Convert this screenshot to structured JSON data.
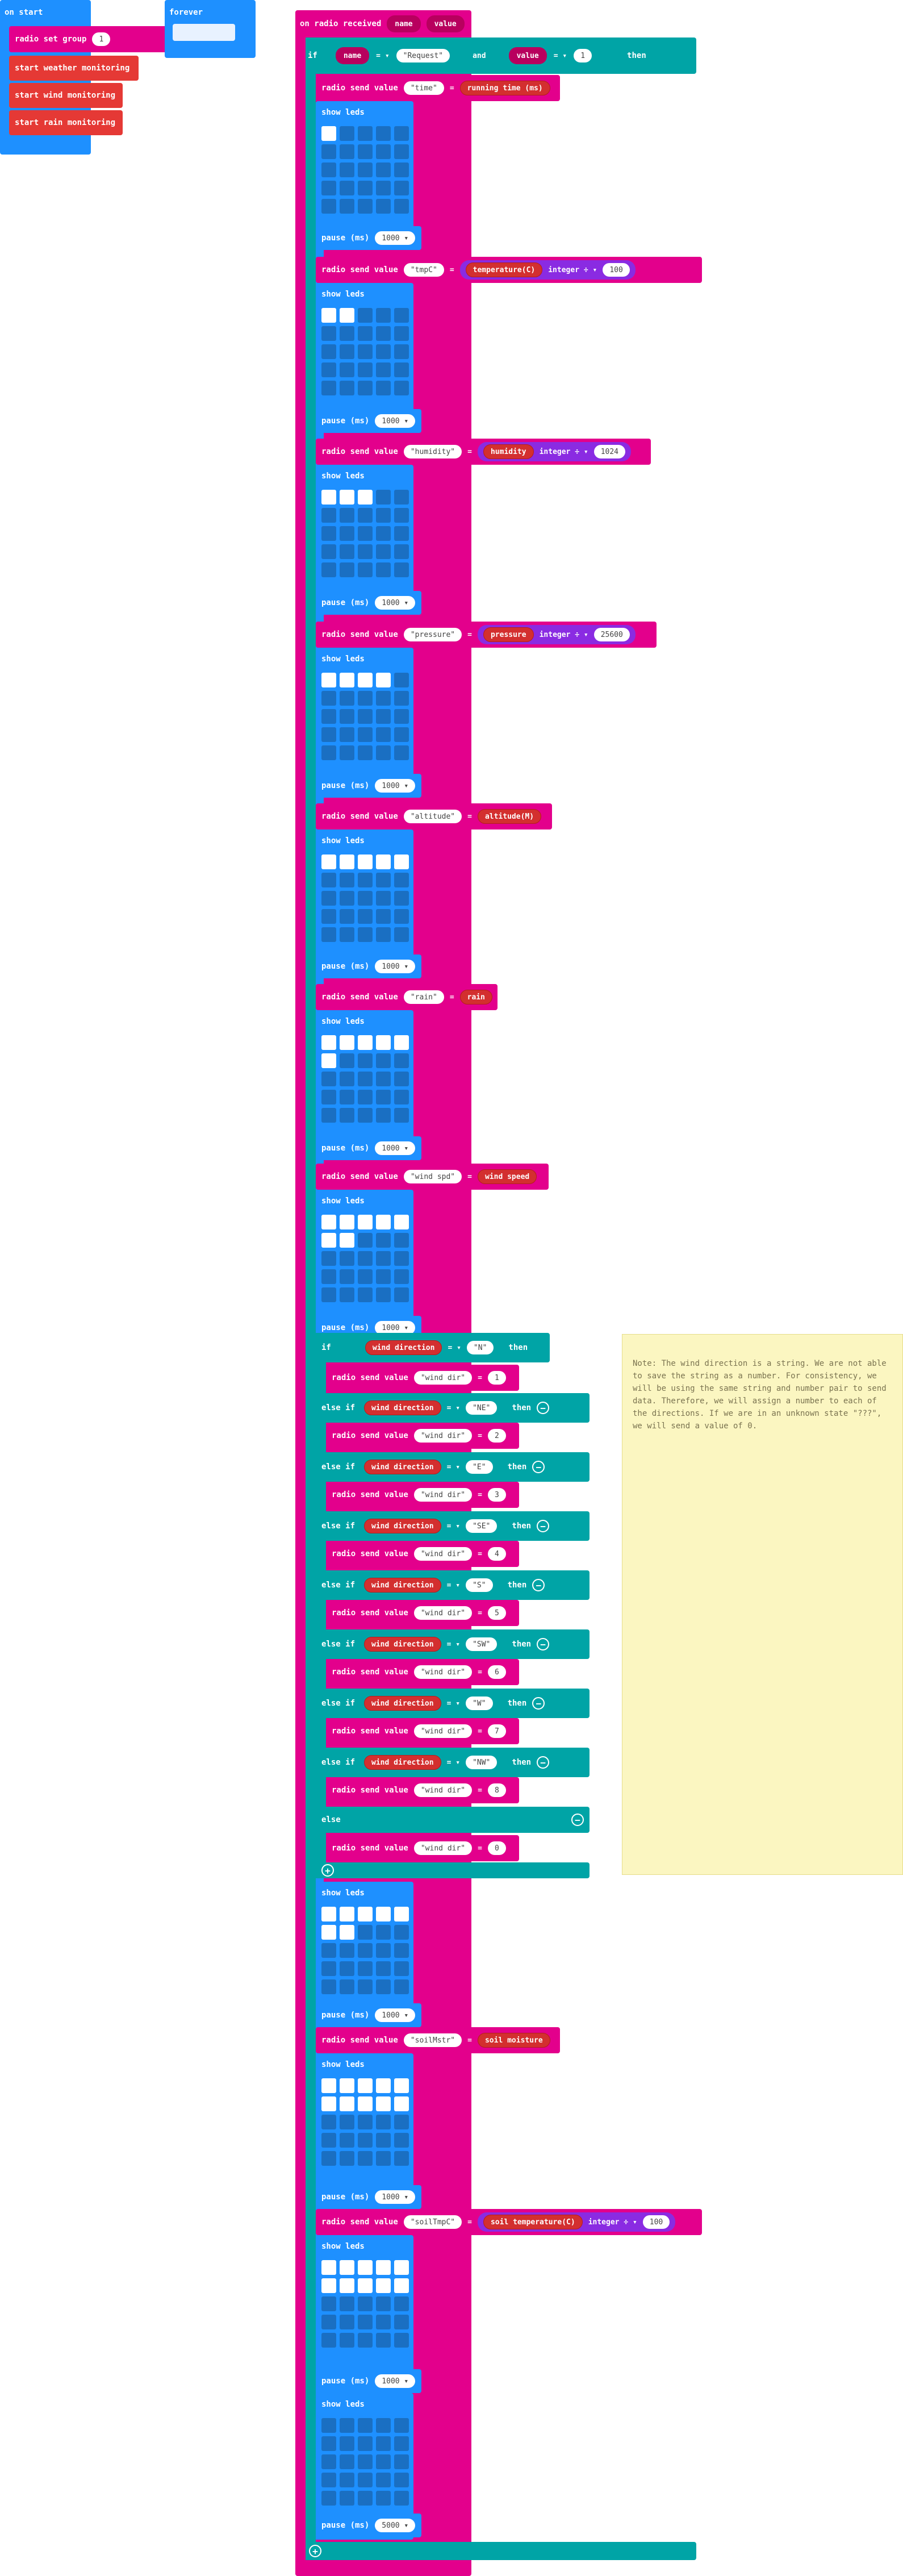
{
  "colors": {
    "pink": "#e3008c",
    "red": "#e53935",
    "blue": "#1e90ff",
    "teal": "#00a4a6",
    "purple": "#8a2be2",
    "note": "#fbf6c1"
  },
  "on_start": {
    "title": "on start",
    "radio_set_group": "radio set group",
    "group_value": "1",
    "blocks": [
      "start weather monitoring",
      "start wind monitoring",
      "start rain monitoring"
    ]
  },
  "forever": {
    "title": "forever"
  },
  "handler": {
    "title": "on radio received",
    "param_name": "name",
    "param_value": "value",
    "if_kw": "if",
    "then_kw": "then",
    "and_kw": "and",
    "eq": "= ▾",
    "request": "\"Request\"",
    "one": "1",
    "send_label": "radio send value",
    "eq_sign": "=",
    "show_leds": "show leds",
    "pause_label": "pause (ms)",
    "pause_value": "1000 ▾",
    "pause_last": "5000 ▾",
    "int_div": "integer ÷ ▾",
    "sends": [
      {
        "key": "\"time\"",
        "reporter": "running time (ms)"
      },
      {
        "key": "\"tmpC\"",
        "reporter": "temperature(C)",
        "div": "100"
      },
      {
        "key": "\"humidity\"",
        "reporter": "humidity",
        "div": "1024"
      },
      {
        "key": "\"pressure\"",
        "reporter": "pressure",
        "div": "25600"
      },
      {
        "key": "\"altitude\"",
        "reporter": "altitude(M)"
      },
      {
        "key": "\"rain\"",
        "reporter": "rain"
      },
      {
        "key": "\"wind spd\"",
        "reporter": "wind speed"
      },
      {
        "key": "\"soilMstr\"",
        "reporter": "soil moisture"
      },
      {
        "key": "\"soilTmpC\"",
        "reporter": "soil temperature(C)",
        "div": "100"
      }
    ],
    "wind": {
      "var": "wind direction",
      "else_if_kw": "else if",
      "else_kw": "else",
      "key": "\"wind dir\"",
      "branches": [
        {
          "dir": "\"N\"",
          "num": "1"
        },
        {
          "dir": "\"NE\"",
          "num": "2"
        },
        {
          "dir": "\"E\"",
          "num": "3"
        },
        {
          "dir": "\"SE\"",
          "num": "4"
        },
        {
          "dir": "\"S\"",
          "num": "5"
        },
        {
          "dir": "\"SW\"",
          "num": "6"
        },
        {
          "dir": "\"W\"",
          "num": "7"
        },
        {
          "dir": "\"NW\"",
          "num": "8"
        }
      ],
      "else_num": "0"
    }
  },
  "note": "Note: The wind direction is a string. We are not able to save the string as a number. For consistency, we will be using the same string and number pair to send data. Therefore, we will assign a number to each of the directions. If we are in an unknown state \"???\", we will send a value of 0."
}
